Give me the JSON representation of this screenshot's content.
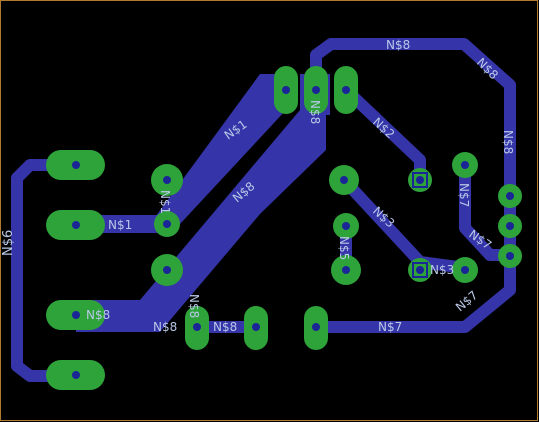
{
  "colors": {
    "background": "#000000",
    "outline": "#b07a30",
    "trace": "#3534a8",
    "pad": "#2ea33a",
    "drill": "#1a2596",
    "label": "#b8c8e8"
  },
  "labels": {
    "n1_upper": "N$1",
    "n1_left": "N$1",
    "n1_vertical": "N$1",
    "n2": "N$2",
    "n3_diag": "N$3",
    "n3_right": "N$3",
    "n5": "N$5",
    "n6": "N$6",
    "n7_vertical": "N$7",
    "n7_mid": "N$7",
    "n7_bottom_right": "N$7",
    "n7_bottom": "N$7",
    "n8_top": "N$8",
    "n8_topright": "N$8",
    "n8_right_vertical": "N$8",
    "n8_top_vertical": "N$8",
    "n8_diag": "N$8",
    "n8_left": "N$8",
    "n8_bottom_vertical": "N$8",
    "n8_bottom_a": "N$8",
    "n8_bottom_b": "N$8"
  }
}
